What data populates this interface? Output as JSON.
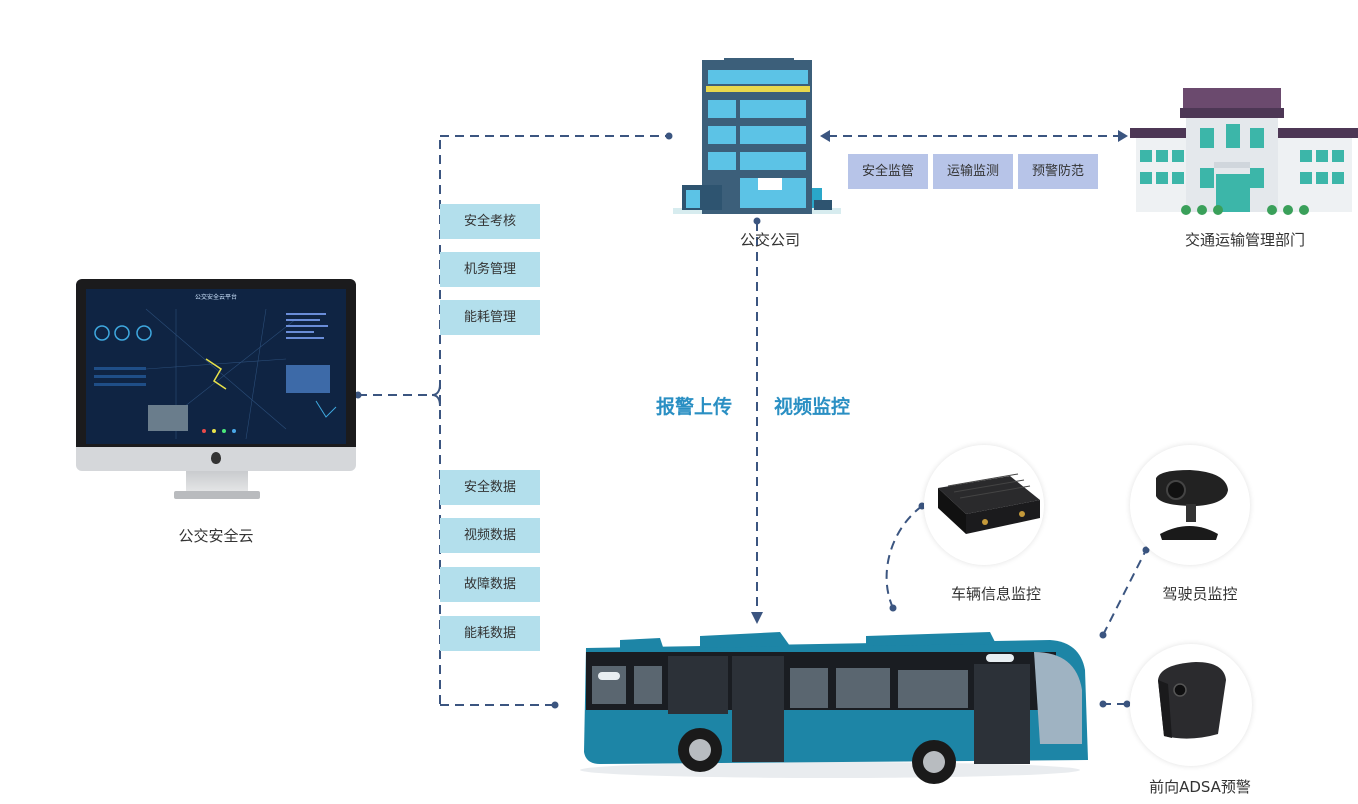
{
  "nodes": {
    "bus_company": "公交公司",
    "transport_dept": "交通运输管理部门",
    "cloud": "公交安全云",
    "vehicle_monitor": "车辆信息监控",
    "driver_monitor": "驾驶员监控",
    "adas_warning": "前向ADSA预警"
  },
  "gov_tags": [
    "安全监管",
    "运输监测",
    "预警防范"
  ],
  "company_tags": [
    "安全考核",
    "机务管理",
    "能耗管理"
  ],
  "data_tags": [
    "安全数据",
    "视频数据",
    "故障数据",
    "能耗数据"
  ],
  "flow_labels": {
    "alarm_upload": "报警上传",
    "video_monitor": "视频监控"
  },
  "screen": {
    "title": "公交安全云平台"
  },
  "colors": {
    "line": "#3b5580",
    "accent_text": "#2a8fc3",
    "tag_blue": "#b3dfec",
    "tag_purple": "#b7c4e8"
  }
}
